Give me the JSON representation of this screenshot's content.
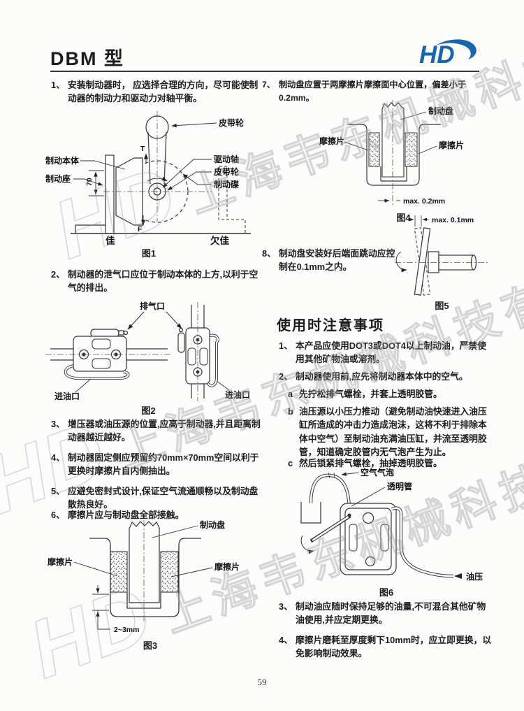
{
  "header": {
    "title": "DBM 型",
    "logo_text": "HD"
  },
  "footer": {
    "page_number": "59"
  },
  "watermark": {
    "logo": "HD",
    "company": "上海韦东机械科技有限公司"
  },
  "colors": {
    "logo_blue": "#1566ae"
  },
  "left": {
    "p1": {
      "num": "1、",
      "text": "安装制动器时， 应选择合理的方向，尽可能使制动器的制动力和驱动力对轴平衡。"
    },
    "p2": {
      "num": "2、",
      "text": "制动器的泄气口应位于制动本体的上方,以利于空气的排出。"
    },
    "p3": {
      "num": "3、",
      "text": "增压器或油压源的位置,应高于制动器,并且距离制动器越近越好。"
    },
    "p4": {
      "num": "4、",
      "text": "制动器固定侧应预留约70mm×70mm空间以利于更换时摩擦片自内侧抽出。"
    },
    "p5": {
      "num": "5、",
      "text": "应避免密封式设计,保证空气流通顺畅以及制动盘散热良好。"
    },
    "p6": {
      "num": "6、",
      "text": "摩擦片应与制动盘全部接触。"
    }
  },
  "right": {
    "p7": {
      "num": "7、",
      "text": "制动盘应置于两摩擦片摩擦面中心位置，偏差小于0.2mm。"
    },
    "p8": {
      "num": "8、",
      "text": "制动盘安装好后端面跳动应控制在0.1mm之内。"
    },
    "notes_title": "使用时注意事项",
    "n1": {
      "num": "1、",
      "text": "本产品应使用DOT3或DOT4以上制动油，严禁使用其他矿物油或溶剂。"
    },
    "n2": {
      "num": "2、",
      "text": "制动器使用前,应先将制动器本体中的空气。"
    },
    "na": {
      "num": "a",
      "text": "先拧松排气螺栓，并套上透明胶管。"
    },
    "nb": {
      "num": "b",
      "text": "油压源以小压力推动（避免制动油快速进入油压缸所造成的冲击力造成泡沫，这将不利于排除本体中空气）至制动油充满油压缸，并流至透明胶管，知道确定胶管内无气泡产生为止。"
    },
    "nc": {
      "num": "c",
      "text": "然后锁紧排气螺栓，抽掉透明胶管。"
    },
    "n3": {
      "num": "3、",
      "text": "制动油应随时保持足够的油量,不可混合其他矿物油使用,并应定期更换。"
    },
    "n4": {
      "num": "4、",
      "text": "摩擦片磨耗至厚度剩下10mm时，应立即更换，以免影响制动效果。"
    }
  },
  "fig1": {
    "caption": "图1",
    "belt_wheel_top": "皮带轮",
    "brake_body": "制动本体",
    "brake_seat": "制动座",
    "drive_shaft": "驱动轴",
    "belt_wheel": "皮带轮",
    "brake_disc": "制动碟",
    "dim_70": "70",
    "label_t": "T",
    "label_f": "F",
    "good": "佳",
    "not_good": "欠佳"
  },
  "fig2": {
    "caption": "图2",
    "exhaust_port": "排气口",
    "oil_inlet_left": "进油口",
    "oil_inlet_right": "进油口"
  },
  "fig3": {
    "caption": "图3",
    "brake_disc": "制动盘",
    "pad_left": "摩擦片",
    "pad_right": "摩擦片",
    "gap_dim": "2~3mm"
  },
  "fig4": {
    "caption": "图4",
    "brake_disc": "制动盘",
    "pad_left": "摩擦片",
    "pad_right": "摩擦片",
    "offset_dim": "max. 0.2mm"
  },
  "fig5": {
    "caption": "图5",
    "runout_dim": "max. 0.1mm"
  },
  "fig6": {
    "caption": "图6",
    "air_bubble": "空气气泡",
    "clear_tube": "透明管",
    "oil_pressure": "油压"
  }
}
